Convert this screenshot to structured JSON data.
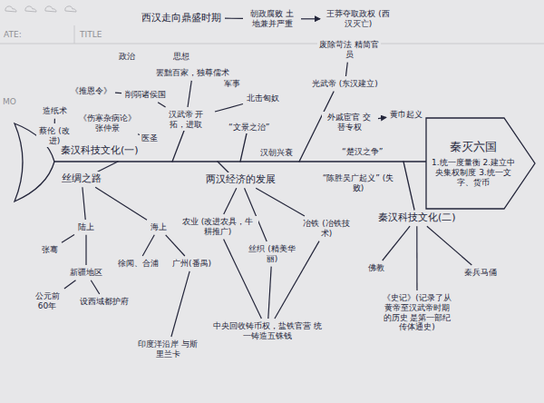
{
  "diagram": {
    "nodes": [
      {
        "text": [
          "西汉走向鼎盛时期"
        ]
      },
      {
        "text": [
          "朝政腐败 土地兼并严重"
        ]
      },
      {
        "text": [
          "王莽夺取政权 (西汉灭亡)"
        ]
      },
      {
        "text": [
          "削弱诸侯国"
        ]
      },
      {
        "text": [
          "罢黜百家，独尊儒术"
        ]
      },
      {
        "text": [
          "北击匈奴"
        ]
      },
      {
        "text": [
          "《推恩令》"
        ]
      },
      {
        "text": [
          "汉武帝 开拓，进取"
        ]
      },
      {
        "text": [
          "“文景之治”"
        ]
      },
      {
        "text": [
          "废除苛法 精简官员"
        ]
      },
      {
        "text": [
          "光武帝 (东汉建立)"
        ]
      },
      {
        "text": [
          "外戚宦官 交替专权"
        ]
      },
      {
        "text": [
          "黄巾起义"
        ]
      },
      {
        "text": [
          "造纸术"
        ]
      },
      {
        "text": [
          "蔡伦 (改进)"
        ]
      },
      {
        "text": [
          "《伤寒杂病论》 张仲景"
        ]
      },
      {
        "text": [
          "医圣"
        ]
      },
      {
        "text": [
          "秦汉科技文化(一)"
        ]
      },
      {
        "text": [
          "汉朝兴衰"
        ]
      },
      {
        "text": [
          "“楚汉之争”"
        ]
      },
      {
        "text": [
          "秦灭六国",
          "1.统一度量衡 2.建立中央集权制度 3.统一文字、货币"
        ]
      },
      {
        "text": [
          "“陈胜吴广起义” (失败)"
        ]
      },
      {
        "text": [
          "丝绸之路"
        ]
      },
      {
        "text": [
          "两汉经济的发展"
        ]
      },
      {
        "text": [
          "陆上"
        ]
      },
      {
        "text": [
          "海上"
        ]
      },
      {
        "text": [
          "张骞"
        ]
      },
      {
        "text": [
          "新疆地区"
        ]
      },
      {
        "text": [
          "公元前60年"
        ]
      },
      {
        "text": [
          "设西域都护府"
        ]
      },
      {
        "text": [
          "徐闻、合浦"
        ]
      },
      {
        "text": [
          "广州(番禺)"
        ]
      },
      {
        "text": [
          "印度洋沿岸 与斯里兰卡"
        ]
      },
      {
        "text": [
          "农业 (改进农具，牛耕推广)"
        ]
      },
      {
        "text": [
          "丝织 (精美华丽)"
        ]
      },
      {
        "text": [
          "冶铁 (冶铁技术)"
        ]
      },
      {
        "text": [
          "中央回收铸币权，盐铁官营 统一铸造五铢钱"
        ]
      },
      {
        "text": [
          "秦汉科技文化(二)"
        ]
      },
      {
        "text": [
          "佛教"
        ]
      },
      {
        "text": [
          "《史记》(记录了从黄帝至汉武帝时期的历史 是第一部纪传体通史)"
        ]
      },
      {
        "text": [
          "秦兵马俑"
        ]
      }
    ],
    "edges": [
      {
        "from": 0,
        "to": 1,
        "arrow": "none"
      },
      {
        "from": 1,
        "to": 2,
        "arrow": "to"
      },
      {
        "from": 7,
        "to": 3,
        "arrow": "none"
      },
      {
        "from": 7,
        "to": 4,
        "arrow": "none"
      },
      {
        "from": 7,
        "to": 5,
        "arrow": "none"
      },
      {
        "from": 3,
        "to": 6,
        "arrow": "none"
      },
      {
        "from": 10,
        "to": 9,
        "arrow": "none"
      },
      {
        "from": 11,
        "to": 12,
        "arrow": "to"
      },
      {
        "from": 13,
        "to": 14,
        "arrow": "none"
      },
      {
        "from": 15,
        "to": 16,
        "arrow": "none"
      },
      {
        "from": 22,
        "to": 24,
        "arrow": "none"
      },
      {
        "from": 22,
        "to": 25,
        "arrow": "none"
      },
      {
        "from": 24,
        "to": 26,
        "arrow": "none"
      },
      {
        "from": 24,
        "to": 27,
        "arrow": "none"
      },
      {
        "from": 27,
        "to": 28,
        "arrow": "none"
      },
      {
        "from": 27,
        "to": 29,
        "arrow": "none"
      },
      {
        "from": 25,
        "to": 30,
        "arrow": "none"
      },
      {
        "from": 25,
        "to": 31,
        "arrow": "none"
      },
      {
        "from": 31,
        "to": 32,
        "arrow": "none"
      },
      {
        "from": 23,
        "to": 33,
        "arrow": "none"
      },
      {
        "from": 23,
        "to": 34,
        "arrow": "none"
      },
      {
        "from": 23,
        "to": 35,
        "arrow": "none"
      },
      {
        "from": 33,
        "to": 36,
        "arrow": "none"
      },
      {
        "from": 34,
        "to": 36,
        "arrow": "none"
      },
      {
        "from": 35,
        "to": 36,
        "arrow": "none"
      },
      {
        "from": 37,
        "to": 38,
        "arrow": "none"
      },
      {
        "from": 37,
        "to": 39,
        "arrow": "none"
      },
      {
        "from": 37,
        "to": 40,
        "arrow": "none"
      }
    ],
    "labels": [
      "ATE:",
      "TITLE",
      "MO",
      "政治",
      "思想",
      "军事"
    ]
  }
}
